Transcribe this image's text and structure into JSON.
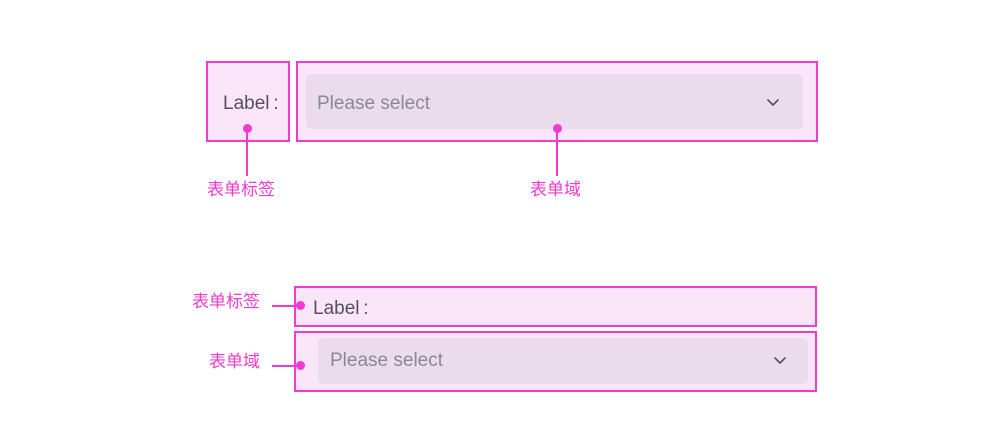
{
  "colors": {
    "annotation": "#f03ad0",
    "box_fill": "#fbe6f9",
    "control_fill": "#eadcec",
    "label_text": "#55505e",
    "placeholder_text": "#8b8795",
    "page_background": "#ffffff"
  },
  "inline_example": {
    "label": "Label :",
    "placeholder": "Please select",
    "chevron_icon": "chevron-down-icon",
    "annotations": [
      {
        "text": "表单标签"
      },
      {
        "text": "表单域"
      }
    ]
  },
  "stacked_example": {
    "label": "Label :",
    "placeholder": "Please select",
    "chevron_icon": "chevron-down-icon",
    "annotations": [
      {
        "text": "表单标签"
      },
      {
        "text": "表单域"
      }
    ]
  }
}
